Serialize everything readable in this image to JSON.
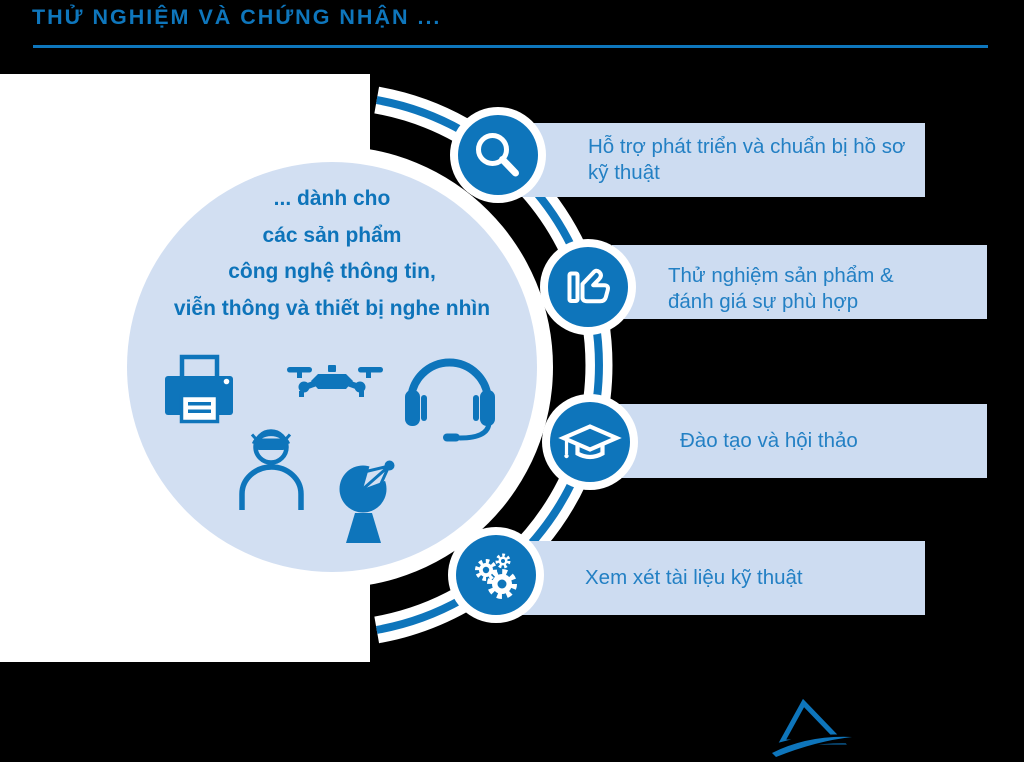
{
  "header": {
    "title": "THỬ NGHIỆM VÀ CHỨNG NHẬN ..."
  },
  "colors": {
    "background": "#000000",
    "brand_blue": "#0E75BB",
    "title_blue": "#0E76BC",
    "label_text_blue": "#2380C4",
    "center_circle_fill": "#D2DFF2",
    "bar_fill": "#CDDCF1",
    "panel_white": "#FFFFFF"
  },
  "center_circle": {
    "lines": [
      "... dành cho",
      "các sản phẩm",
      "công nghệ thông tin,",
      "viễn thông và thiết bị nghe nhìn"
    ],
    "icons": [
      "printer-icon",
      "drone-icon",
      "headset-icon",
      "vr-person-icon",
      "satellite-dish-icon"
    ]
  },
  "services": [
    {
      "icon": "magnifier-icon",
      "lines": [
        "Hỗ trợ phát triển và chuẩn bị hồ sơ",
        "kỹ thuật"
      ]
    },
    {
      "icon": "thumbs-up-icon",
      "lines": [
        "Thử nghiệm sản phẩm &",
        "đánh giá sự phù hợp"
      ]
    },
    {
      "icon": "graduation-cap-icon",
      "lines": [
        "Đào tạo và hội thảo"
      ]
    },
    {
      "icon": "gears-icon",
      "lines": [
        "Xem xét tài liệu kỹ thuật"
      ]
    }
  ],
  "footer": {
    "logo": "triangle-wave-logo"
  }
}
